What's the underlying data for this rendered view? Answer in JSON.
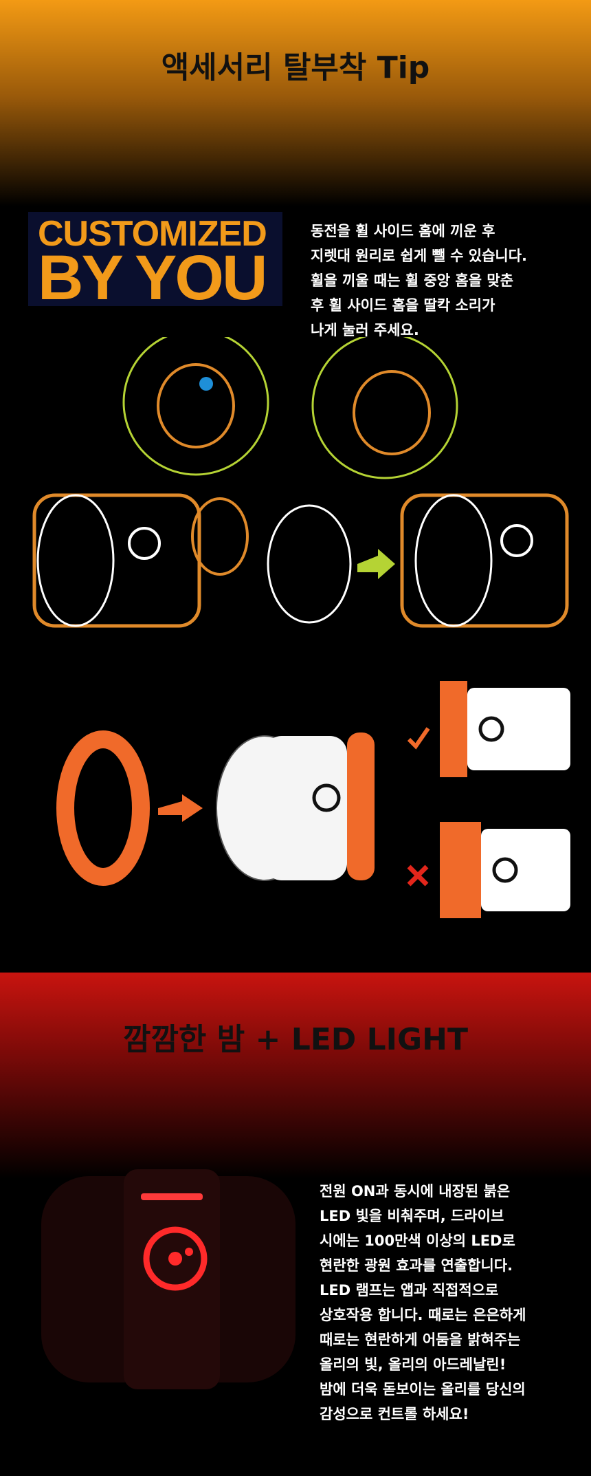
{
  "section1": {
    "title": "액세서리 탈부착 Tip",
    "logo_text": [
      "CUSTOMIZED",
      "BY YOU"
    ],
    "paragraph": [
      "동전을 휠 사이드 홈에 끼운 후",
      "지렛대 원리로 쉽게 뺄 수 있습니다.",
      "휠을 끼울 때는 휠 중앙 홈을 맞춘",
      "후 휠 사이드 홈을 딸칵 소리가",
      "나게 눌러 주세요."
    ]
  },
  "section2": {
    "title": "깜깜한 밤 + LED LIGHT",
    "paragraph": [
      "전원 ON과 동시에 내장된 붉은",
      "LED 빛을 비춰주며, 드라이브",
      "시에는 100만색 이상의 LED로",
      "현란한 광원 효과를 연출합니다.",
      "LED 램프는 앱과 직접적으로",
      "상호작용 합니다. 때로는 은은하게",
      "때로는 현란하게 어둠을 밝혀주는",
      "올리의 빛, 올리의 아드레날린!",
      "밤에 더욱 돋보이는 올리를 당신의",
      "감성으로 컨트롤 하세요!"
    ]
  },
  "colors": {
    "orange": "#f39a14",
    "red": "#c8140f",
    "tire": "#f06a2a",
    "green": "#b5d334"
  }
}
